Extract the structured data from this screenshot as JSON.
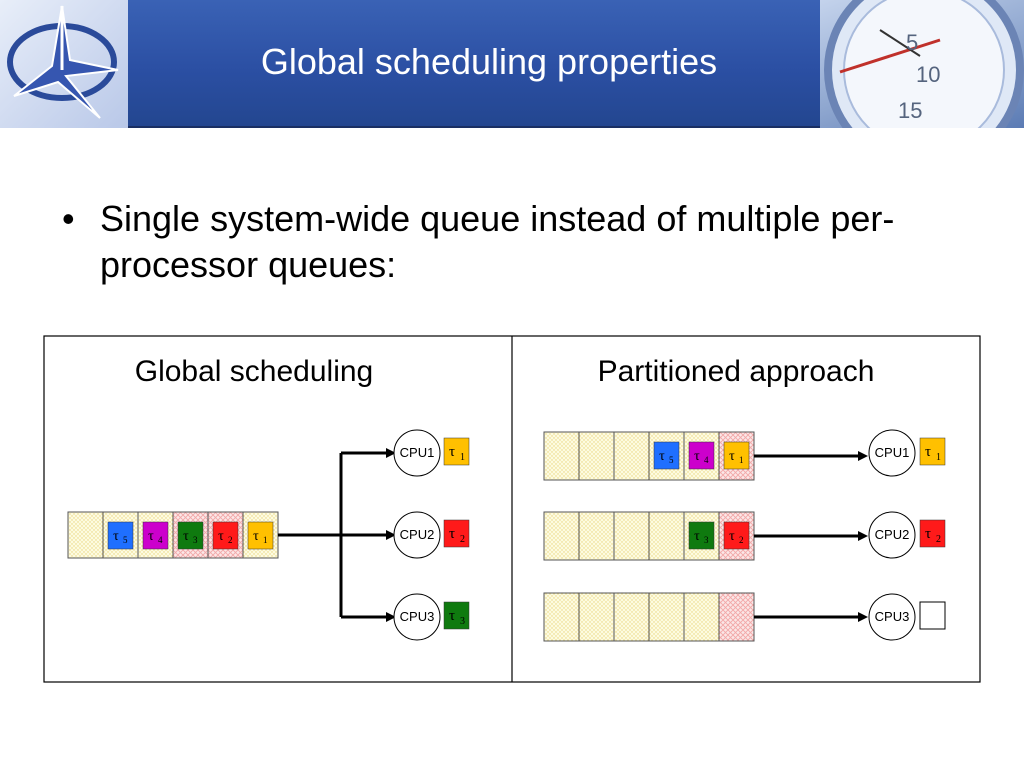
{
  "title": "Global scheduling properties",
  "bullets": [
    {
      "marker": "•",
      "text": "Single system-wide queue instead of multiple per-processor queues:"
    }
  ],
  "panels": {
    "left": {
      "title": "Global scheduling",
      "queue_tasks": [
        {
          "sub": "5",
          "color": "#1f6fff"
        },
        {
          "sub": "4",
          "color": "#cc00cc"
        },
        {
          "sub": "3",
          "color": "#0f7a0f"
        },
        {
          "sub": "2",
          "color": "#ff1a1a"
        },
        {
          "sub": "1",
          "color": "#ffc000"
        }
      ],
      "cpus": [
        {
          "label": "CPU1",
          "task": {
            "sub": "1",
            "color": "#ffc000"
          }
        },
        {
          "label": "CPU2",
          "task": {
            "sub": "2",
            "color": "#ff1a1a"
          }
        },
        {
          "label": "CPU3",
          "task": {
            "sub": "3",
            "color": "#0f7a0f"
          }
        }
      ]
    },
    "right": {
      "title": "Partitioned approach",
      "queues": [
        {
          "tasks": [
            {
              "sub": "5",
              "color": "#1f6fff"
            },
            {
              "sub": "4",
              "color": "#cc00cc"
            },
            {
              "sub": "1",
              "color": "#ffc000"
            }
          ],
          "cpu": {
            "label": "CPU1",
            "task": {
              "sub": "1",
              "color": "#ffc000"
            }
          }
        },
        {
          "tasks": [
            {
              "sub": "3",
              "color": "#0f7a0f"
            },
            {
              "sub": "2",
              "color": "#ff1a1a"
            }
          ],
          "cpu": {
            "label": "CPU2",
            "task": {
              "sub": "2",
              "color": "#ff1a1a"
            }
          }
        },
        {
          "tasks": [],
          "cpu": {
            "label": "CPU3",
            "task": null
          }
        }
      ]
    }
  },
  "task_symbol": "τ",
  "colors": {
    "header": "#2b4fa3",
    "queue_empty": "#fdfbe0",
    "queue_dots": "#e8d27a",
    "queue_hatch": "#f2a8a8"
  }
}
